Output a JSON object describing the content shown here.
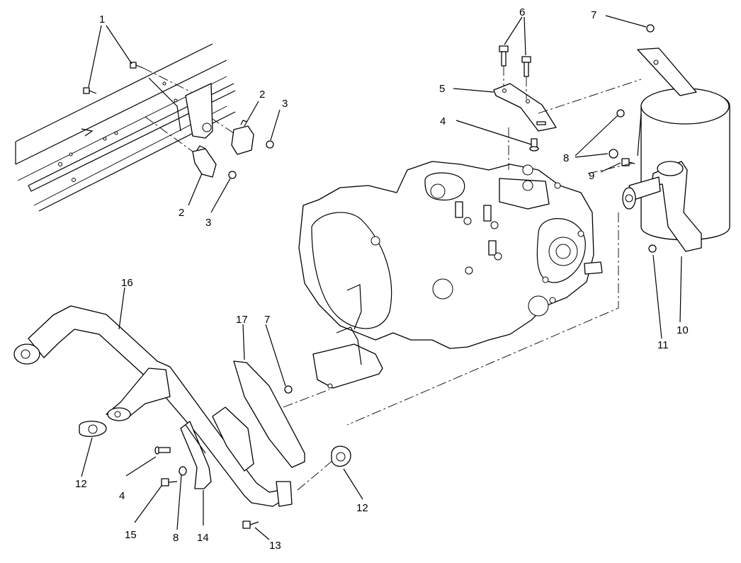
{
  "diagram": {
    "callouts": {
      "c1": "1",
      "c2a": "2",
      "c2b": "2",
      "c3a": "3",
      "c3b": "3",
      "c4a": "4",
      "c4b": "4",
      "c5": "5",
      "c6": "6",
      "c7a": "7",
      "c7b": "7",
      "c8a": "8",
      "c8b": "8",
      "c9": "9",
      "c10": "10",
      "c11": "11",
      "c12a": "12",
      "c12b": "12",
      "c13": "13",
      "c14": "14",
      "c15": "15",
      "c16": "16",
      "c17": "17"
    }
  }
}
